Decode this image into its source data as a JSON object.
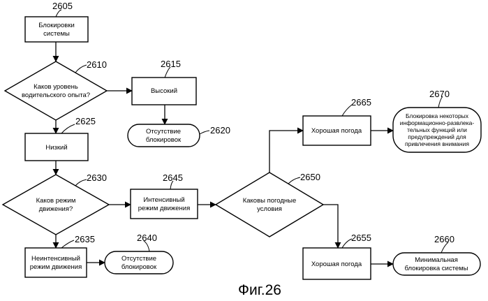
{
  "figure": {
    "caption": "Фиг.26"
  },
  "nodes": {
    "n2605": {
      "ref": "2605",
      "line1": "Блокировки",
      "line2": "системы"
    },
    "n2610": {
      "ref": "2610",
      "line1": "Каков уровень",
      "line2": "водительского опыта?"
    },
    "n2615": {
      "ref": "2615",
      "line1": "Высокий"
    },
    "n2620": {
      "ref": "2620",
      "line1": "Отсутствие",
      "line2": "блокировок"
    },
    "n2625": {
      "ref": "2625",
      "line1": "Низкий"
    },
    "n2630": {
      "ref": "2630",
      "line1": "Каков режим",
      "line2": "движения?"
    },
    "n2635": {
      "ref": "2635",
      "line1": "Неинтенсивный",
      "line2": "режим движения"
    },
    "n2640": {
      "ref": "2640",
      "line1": "Отсутствие",
      "line2": "блокировок"
    },
    "n2645": {
      "ref": "2645",
      "line1": "Интенсивный",
      "line2": "режим движения"
    },
    "n2650": {
      "ref": "2650",
      "line1": "Каковы погодные",
      "line2": "условия"
    },
    "n2655": {
      "ref": "2655",
      "line1": "Хорошая погода"
    },
    "n2660": {
      "ref": "2660",
      "line1": "Минимальная",
      "line2": "блокировка системы"
    },
    "n2665": {
      "ref": "2665",
      "line1": "Хорошая погода"
    },
    "n2670": {
      "ref": "2670",
      "line1": "Блокировка некоторых",
      "line2": "информационно-развлека-",
      "line3": "тельных функций или",
      "line4": "предупреждений для",
      "line5": "привлечения внимания"
    }
  }
}
